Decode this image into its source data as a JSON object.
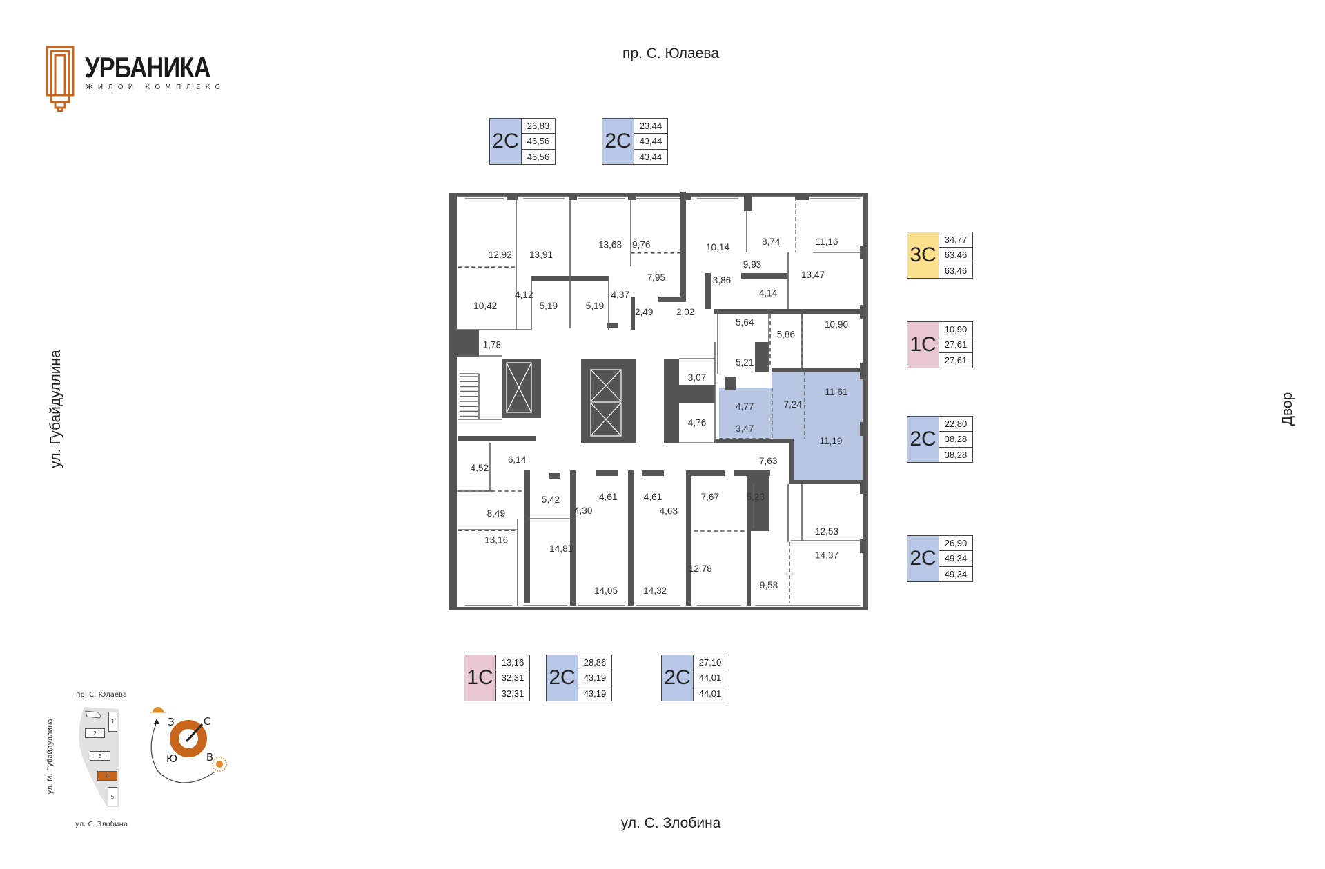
{
  "logo": {
    "title": "УРБАНИКА",
    "subtitle": "ЖИЛОЙ КОМПЛЕКС",
    "color": "#c8671b"
  },
  "streets": {
    "top": "пр. С. Юлаева",
    "bottom": "ул. С. Злобина",
    "left": "ул. Губайдуллина",
    "right": "Двор"
  },
  "colors": {
    "type_1c": "#e8c6d2",
    "type_2c": "#b9c8e6",
    "type_3c": "#fde08d",
    "selected": "#b7c6e3",
    "walls": "#555555"
  },
  "cards": [
    {
      "type": "2С",
      "kind": "2c",
      "values": [
        "26,83",
        "46,56",
        "46,56"
      ]
    },
    {
      "type": "2С",
      "kind": "2c",
      "values": [
        "23,44",
        "43,44",
        "43,44"
      ]
    },
    {
      "type": "3С",
      "kind": "3c",
      "values": [
        "34,77",
        "63,46",
        "63,46"
      ]
    },
    {
      "type": "1С",
      "kind": "1c",
      "values": [
        "10,90",
        "27,61",
        "27,61"
      ]
    },
    {
      "type": "2С",
      "kind": "2c",
      "values": [
        "22,80",
        "38,28",
        "38,28"
      ]
    },
    {
      "type": "2С",
      "kind": "2c",
      "values": [
        "26,90",
        "49,34",
        "49,34"
      ]
    },
    {
      "type": "1С",
      "kind": "1c",
      "values": [
        "13,16",
        "32,31",
        "32,31"
      ]
    },
    {
      "type": "2С",
      "kind": "2c",
      "values": [
        "28,86",
        "43,19",
        "43,19"
      ]
    },
    {
      "type": "2С",
      "kind": "2c",
      "values": [
        "27,10",
        "44,01",
        "44,01"
      ]
    }
  ],
  "rooms": [
    "12,92",
    "13,91",
    "13,68",
    "9,76",
    "10,14",
    "8,74",
    "11,16",
    "9,93",
    "13,47",
    "10,42",
    "4,12",
    "5,19",
    "5,19",
    "7,95",
    "4,37",
    "2,49",
    "2,02",
    "3,86",
    "4,14",
    "5,64",
    "5,86",
    "10,90",
    "1,78",
    "5,21",
    "3,07",
    "4,77",
    "7,24",
    "11,61",
    "4,76",
    "3,47",
    "11,19",
    "6,14",
    "4,52",
    "7,63",
    "5,42",
    "4,61",
    "4,61",
    "4,30",
    "4,63",
    "7,67",
    "5,23",
    "8,49",
    "12,53",
    "13,16",
    "14,81",
    "14,37",
    "12,78",
    "9,58",
    "14,05",
    "14,32"
  ],
  "minimap": {
    "top": "пр. С. Юлаева",
    "bottom": "ул. С. Злобина",
    "left": "ул. М. Губайдуллина",
    "buildings": [
      "1",
      "2",
      "3",
      "4",
      "5"
    ],
    "current_building": "4"
  },
  "compass": {
    "north": "С",
    "west": "З",
    "south": "Ю",
    "east": "В"
  }
}
